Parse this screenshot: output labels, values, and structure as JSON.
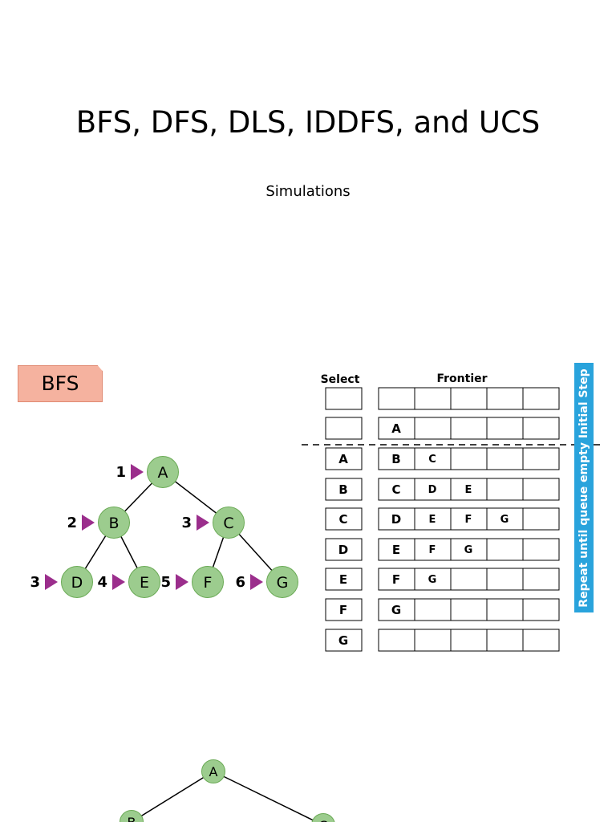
{
  "title": "BFS, DFS, DLS, IDDFS, and UCS",
  "subtitle": "Simulations",
  "section_tag": "BFS",
  "tree": {
    "nodes": [
      "A",
      "B",
      "C",
      "D",
      "E",
      "F",
      "G"
    ],
    "order_labels": {
      "A": "1",
      "B": "2",
      "C": "3",
      "D": "3",
      "E": "4",
      "F": "5",
      "G": "6"
    }
  },
  "table": {
    "select_header": "Select",
    "frontier_header": "Frontier",
    "rows": [
      {
        "select": "",
        "frontier": [
          "",
          "",
          "",
          "",
          ""
        ]
      },
      {
        "select": "",
        "frontier": [
          "A",
          "",
          "",
          "",
          ""
        ]
      },
      {
        "select": "A",
        "frontier": [
          "B",
          "C",
          "",
          "",
          ""
        ]
      },
      {
        "select": "B",
        "frontier": [
          "C",
          "D",
          "E",
          "",
          ""
        ]
      },
      {
        "select": "C",
        "frontier": [
          "D",
          "E",
          "F",
          "G",
          ""
        ]
      },
      {
        "select": "D",
        "frontier": [
          "E",
          "F",
          "G",
          "",
          ""
        ]
      },
      {
        "select": "E",
        "frontier": [
          "F",
          "G",
          "",
          "",
          ""
        ]
      },
      {
        "select": "F",
        "frontier": [
          "G",
          "",
          "",
          "",
          ""
        ]
      },
      {
        "select": "G",
        "frontier": [
          "",
          "",
          "",
          "",
          ""
        ]
      }
    ]
  },
  "sidebar_label": "Repeat until queue empty Initial Step",
  "bottom_tree": {
    "nodes": [
      "A",
      "B",
      "C"
    ]
  },
  "colors": {
    "node_fill": "#9ccc8e",
    "node_stroke": "#6aaa55",
    "marker": "#9b2e8c",
    "tag_fill": "#f5b29f",
    "sidebar": "#29a3dc"
  }
}
